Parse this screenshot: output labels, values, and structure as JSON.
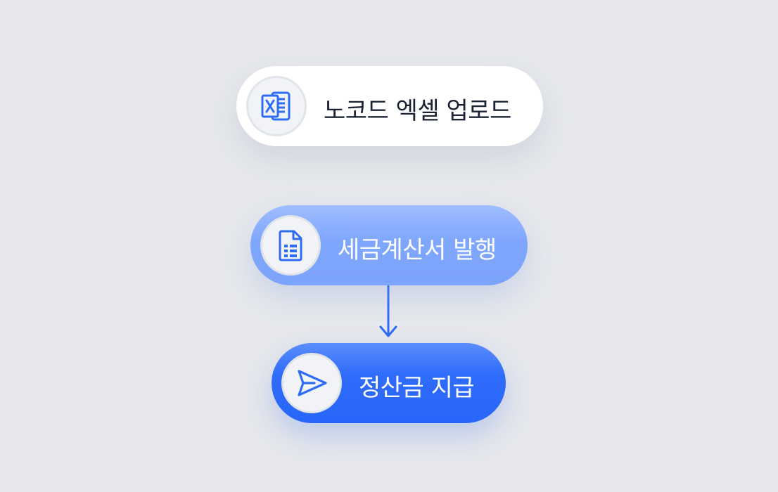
{
  "steps": [
    {
      "label": "노코드 엑셀 업로드",
      "icon": "excel-file-icon"
    },
    {
      "label": "세금계산서 발행",
      "icon": "document-icon"
    },
    {
      "label": "정산금 지급",
      "icon": "send-icon"
    }
  ],
  "colors": {
    "background": "#e6e8ec",
    "step1_fill": "#ffffff",
    "step2_fill": "#7fa6fd",
    "step3_fill": "#2866fa",
    "icon_blue": "#2f6cf6",
    "connector": "#2f6cf6"
  }
}
